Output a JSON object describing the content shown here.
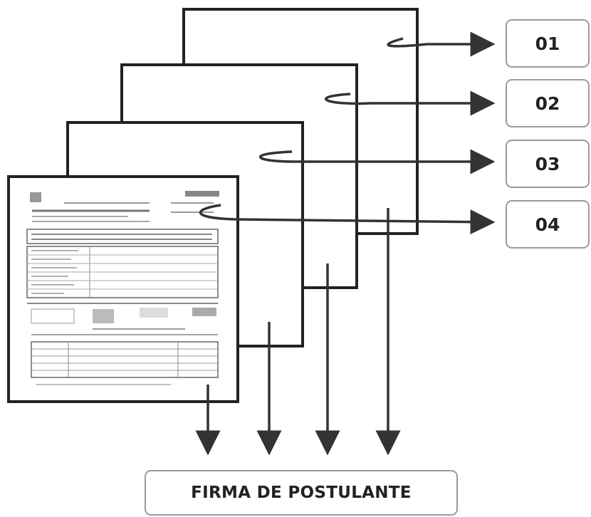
{
  "pages": [
    {
      "id": "01",
      "label": "01"
    },
    {
      "id": "02",
      "label": "02"
    },
    {
      "id": "03",
      "label": "03"
    },
    {
      "id": "04",
      "label": "04"
    }
  ],
  "signature_box": {
    "label": "FIRMA DE POSTULANTE"
  },
  "colors": {
    "stroke": "#333333",
    "box_border": "#9a9a9a",
    "text": "#222222"
  }
}
